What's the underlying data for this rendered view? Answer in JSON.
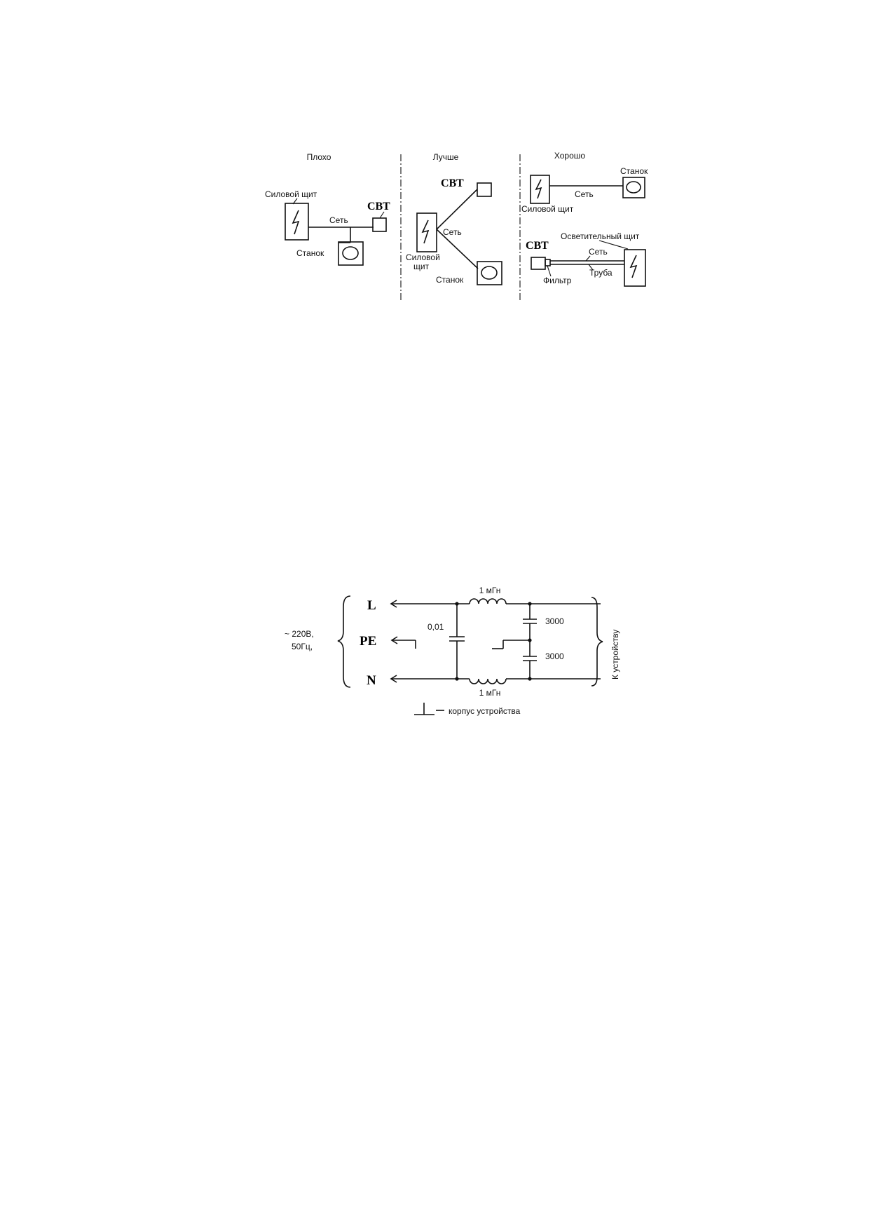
{
  "wiring": {
    "panels": [
      {
        "heading": "Плохо"
      },
      {
        "heading": "Лучше"
      },
      {
        "heading": "Хорошо"
      }
    ],
    "bad": {
      "power_panel": "Силовой щит",
      "computer": "СВТ",
      "network": "Сеть",
      "machine": "Станок"
    },
    "better": {
      "computer": "СВТ",
      "network": "Сеть",
      "power_panel_line1": "Силовой",
      "power_panel_line2": "щит",
      "machine": "Станок"
    },
    "good": {
      "machine": "Станок",
      "network_top": "Сеть",
      "power_panel": "Силовой щит",
      "lighting_panel": "Осветительный щит",
      "computer": "СВТ",
      "network_bottom": "Сеть",
      "filter": "Фильтр",
      "pipe": "Труба"
    }
  },
  "filter_circuit": {
    "line_L": "L",
    "line_PE": "PE",
    "line_N": "N",
    "supply_voltage": "~ 220В,",
    "supply_freq": "50Гц,",
    "inductor_top": "1 мГн",
    "inductor_bottom": "1 мГн",
    "cap_main": "0,01",
    "cap_y1": "3000",
    "cap_y2": "3000",
    "to_device": "К устройству",
    "legend": "корпус устройства"
  }
}
